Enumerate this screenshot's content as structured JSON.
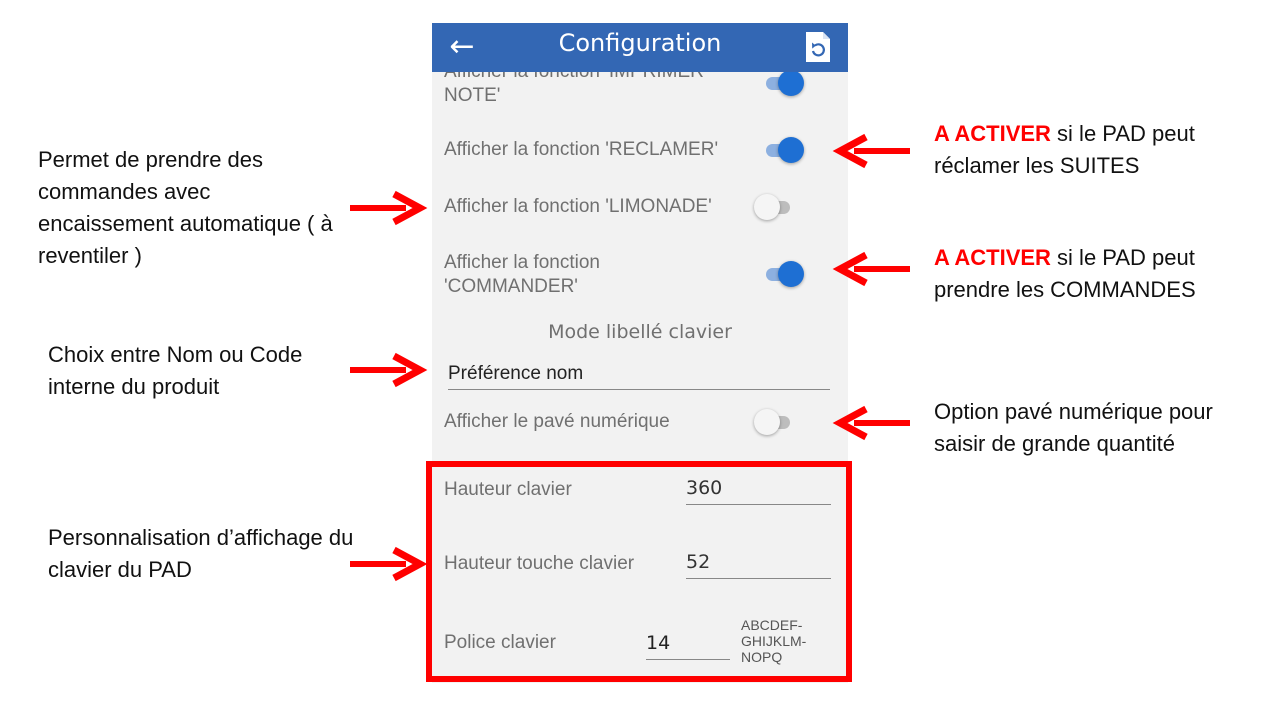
{
  "appbar": {
    "title": "Configuration",
    "back_icon": "arrow-left-icon",
    "restore_icon": "restore-document-icon"
  },
  "settings": {
    "imprimer_note": {
      "label": "Afficher la fonction 'IMPRIMER NOTE'",
      "enabled": true
    },
    "reclamer": {
      "label": "Afficher la fonction 'RECLAMER'",
      "enabled": true
    },
    "limonade": {
      "label": "Afficher la fonction 'LIMONADE'",
      "enabled": false
    },
    "commander": {
      "label": "Afficher la fonction 'COMMANDER'",
      "enabled": true
    },
    "mode_header": "Mode libellé clavier",
    "mode_value": "Préférence nom",
    "pave": {
      "label": "Afficher le pavé numérique",
      "enabled": false
    },
    "hauteur_clavier": {
      "label": "Hauteur clavier",
      "value": "360"
    },
    "hauteur_touche": {
      "label": "Hauteur touche clavier",
      "value": "52"
    },
    "police": {
      "label": "Police clavier",
      "value": "14",
      "preview": "ABCDEF-GHIJKLM-NOPQ"
    }
  },
  "annotations": {
    "limonade_note": "Permet de prendre des commandes avec encaissement automatique ( à reventiler )",
    "mode_note": "Choix entre Nom ou Code interne du produit",
    "clavier_note": "Personnalisation d’affichage du clavier du PAD",
    "reclamer_note": {
      "highlight": "A ACTIVER",
      "rest": " si le PAD peut réclamer les SUITES"
    },
    "commander_note": {
      "highlight": "A ACTIVER",
      "rest": " si le PAD peut prendre les COMMANDES"
    },
    "pave_note": "Option pavé numérique pour saisir de grande quantité"
  },
  "colors": {
    "appbar": "#3367b4",
    "toggle_on": "#1e6fd3",
    "annotation_red": "#ff0000"
  }
}
